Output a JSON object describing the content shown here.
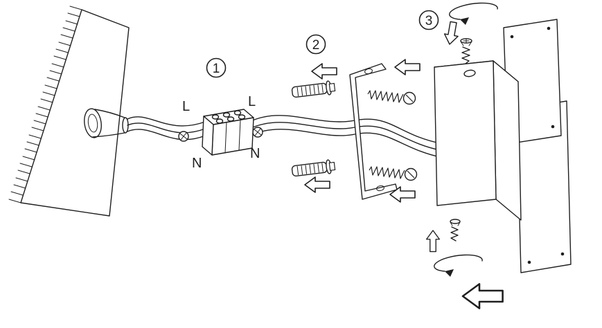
{
  "diagram": {
    "steps": [
      {
        "id": 1,
        "label": "1"
      },
      {
        "id": 2,
        "label": "2"
      },
      {
        "id": 3,
        "label": "3"
      }
    ],
    "wiring": {
      "live_label_left": "L",
      "live_label_right": "L",
      "neutral_label_left": "N",
      "neutral_label_right": "N"
    },
    "colors": {
      "line": "#1f1f1f",
      "background": "#ffffff"
    }
  }
}
